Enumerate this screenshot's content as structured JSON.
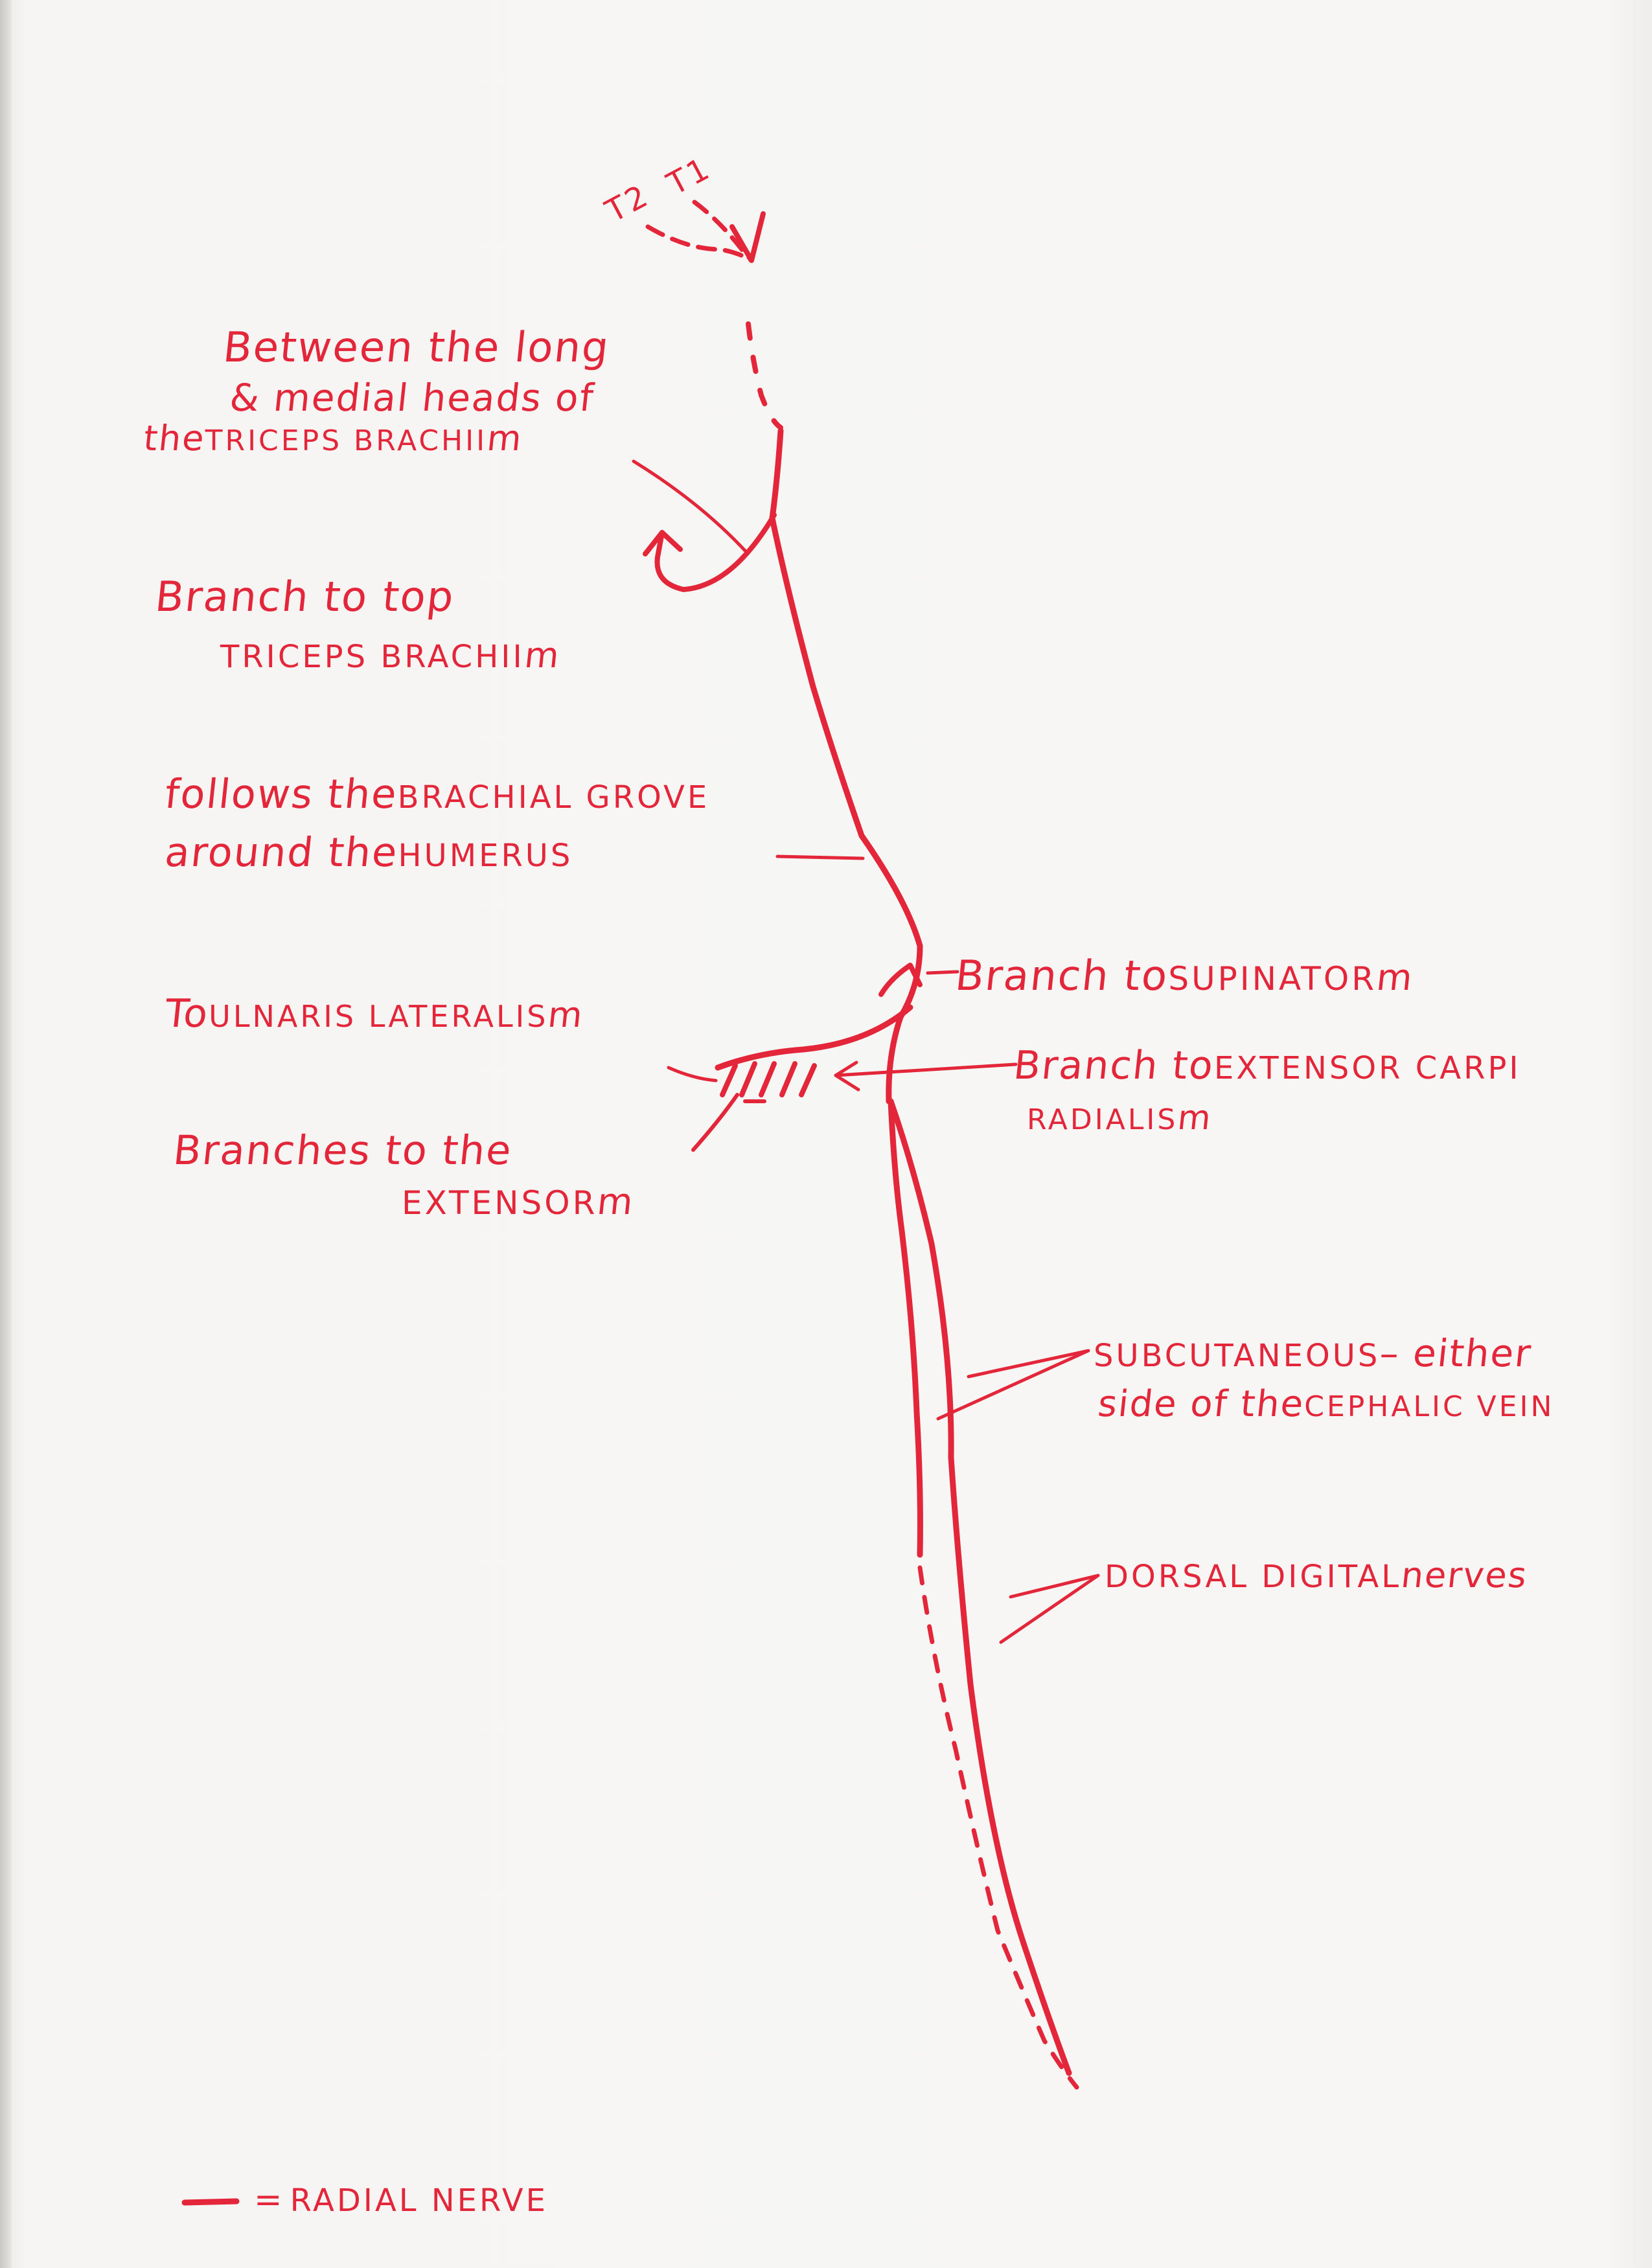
{
  "labels": {
    "t1": "T1",
    "t2": "T2",
    "triceps_heads": {
      "line1": "Between the long",
      "line2": "& medial heads of",
      "line3_pre": "the ",
      "line3_caps": "TRICEPS BRACHII",
      "line3_post": " m"
    },
    "branch_triceps": {
      "line1": "Branch to top",
      "line2_caps": "TRICEPS BRACHII",
      "line2_post": " m"
    },
    "brachial_groove": {
      "line1_pre": "follows the ",
      "line1_caps": "BRACHIAL GROVE",
      "line2_pre": "around the ",
      "line2_caps": "HUMERUS"
    },
    "supinator": {
      "pre": "Branch to ",
      "caps": "SUPINATOR",
      "post": " m"
    },
    "ulnaris": {
      "pre": "To ",
      "caps": "ULNARIS LATERALIS",
      "post": " m"
    },
    "extensor_carpi": {
      "line1_pre": "Branch to ",
      "line1_caps": "EXTENSOR CARPI",
      "line2_caps": "RADIALIS",
      "line2_post": " m"
    },
    "extensor": {
      "line1": "Branches to the",
      "line2_caps": "EXTENSOR",
      "line2_post": " m"
    },
    "subcutaneous": {
      "line1_caps": "SUBCUTANEOUS",
      "line1_post": " – either",
      "line2_pre": "side of the ",
      "line2_caps": "CEPHALIC VEIN"
    },
    "dorsal_digital": {
      "caps": "DORSAL DIGITAL",
      "post": " nerves"
    }
  },
  "legend": {
    "equals": "=",
    "text": "RADIAL NERVE"
  },
  "colors": {
    "ink": "#e3263a",
    "paper": "#f6f5f3"
  }
}
